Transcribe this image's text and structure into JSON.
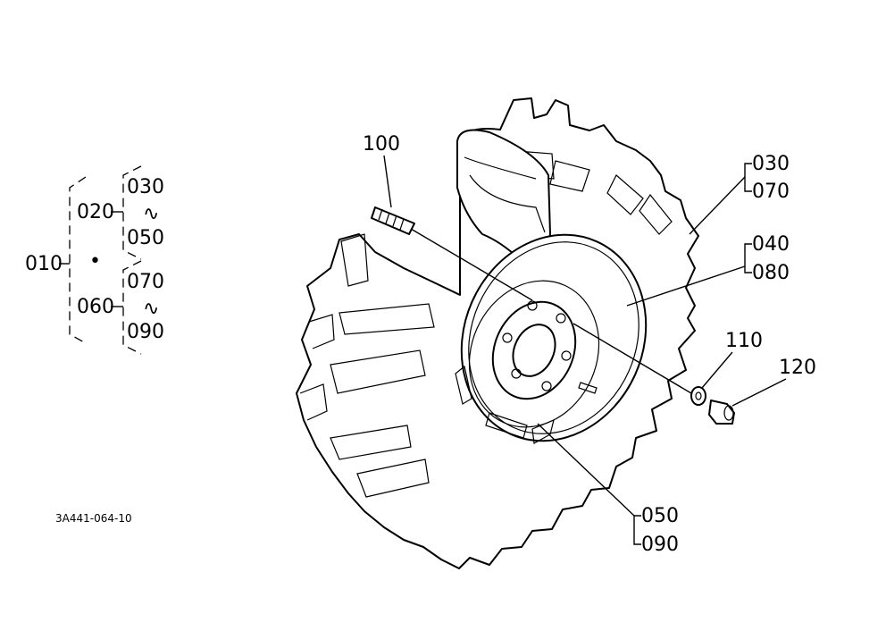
{
  "tree": {
    "root": "010",
    "group_a": "020",
    "group_a_from": "030",
    "group_a_range": "∿",
    "group_a_to": "050",
    "bullet": "•",
    "group_b": "060",
    "group_b_from": "070",
    "group_b_range": "∿",
    "group_b_to": "090"
  },
  "callouts": {
    "c100": "100",
    "c030": "030",
    "c070": "070",
    "c040": "040",
    "c080": "080",
    "c110": "110",
    "c120": "120",
    "c050": "050",
    "c090": "090"
  },
  "drawing_code": "3A441-064-10"
}
